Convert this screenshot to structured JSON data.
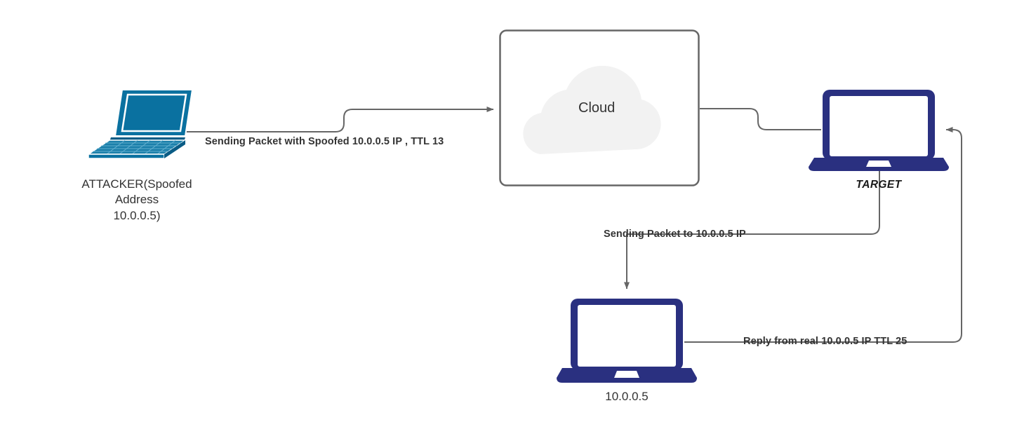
{
  "diagram": {
    "title_text_colors": {
      "label": "#333333",
      "attacker_device": "#0A71A0",
      "target_device": "#2A3080",
      "victim_device": "#2A3080",
      "cloud_fill": "#F2F2F2",
      "container_border": "#666666",
      "connector": "#666666",
      "background": "#FFFFFF"
    },
    "nodes": {
      "attacker": {
        "label_line1": "ATTACKER(Spoofed",
        "label_line2": "Address",
        "label_line3": "10.0.0.5)",
        "icon": "laptop-isometric-icon"
      },
      "cloud": {
        "label": "Cloud",
        "icon": "cloud-icon"
      },
      "target": {
        "label": "TARGET",
        "icon": "laptop-icon"
      },
      "victim": {
        "label": "10.0.0.5",
        "icon": "laptop-icon"
      }
    },
    "edges": [
      {
        "id": "attacker-to-cloud",
        "label": "Sending Packet with Spoofed 10.0.0.5 IP , TTL 13",
        "from": "attacker",
        "to": "cloud",
        "arrow": "end"
      },
      {
        "id": "cloud-to-target",
        "label": "",
        "from": "cloud",
        "to": "target",
        "arrow": "none"
      },
      {
        "id": "target-to-victim",
        "label": "Sending Packet to 10.0.0.5 IP",
        "from": "target",
        "to": "victim",
        "arrow": "end"
      },
      {
        "id": "victim-to-target",
        "label": "Reply from real 10.0.0.5 IP TTL 25",
        "from": "victim",
        "to": "target",
        "arrow": "end"
      }
    ]
  }
}
